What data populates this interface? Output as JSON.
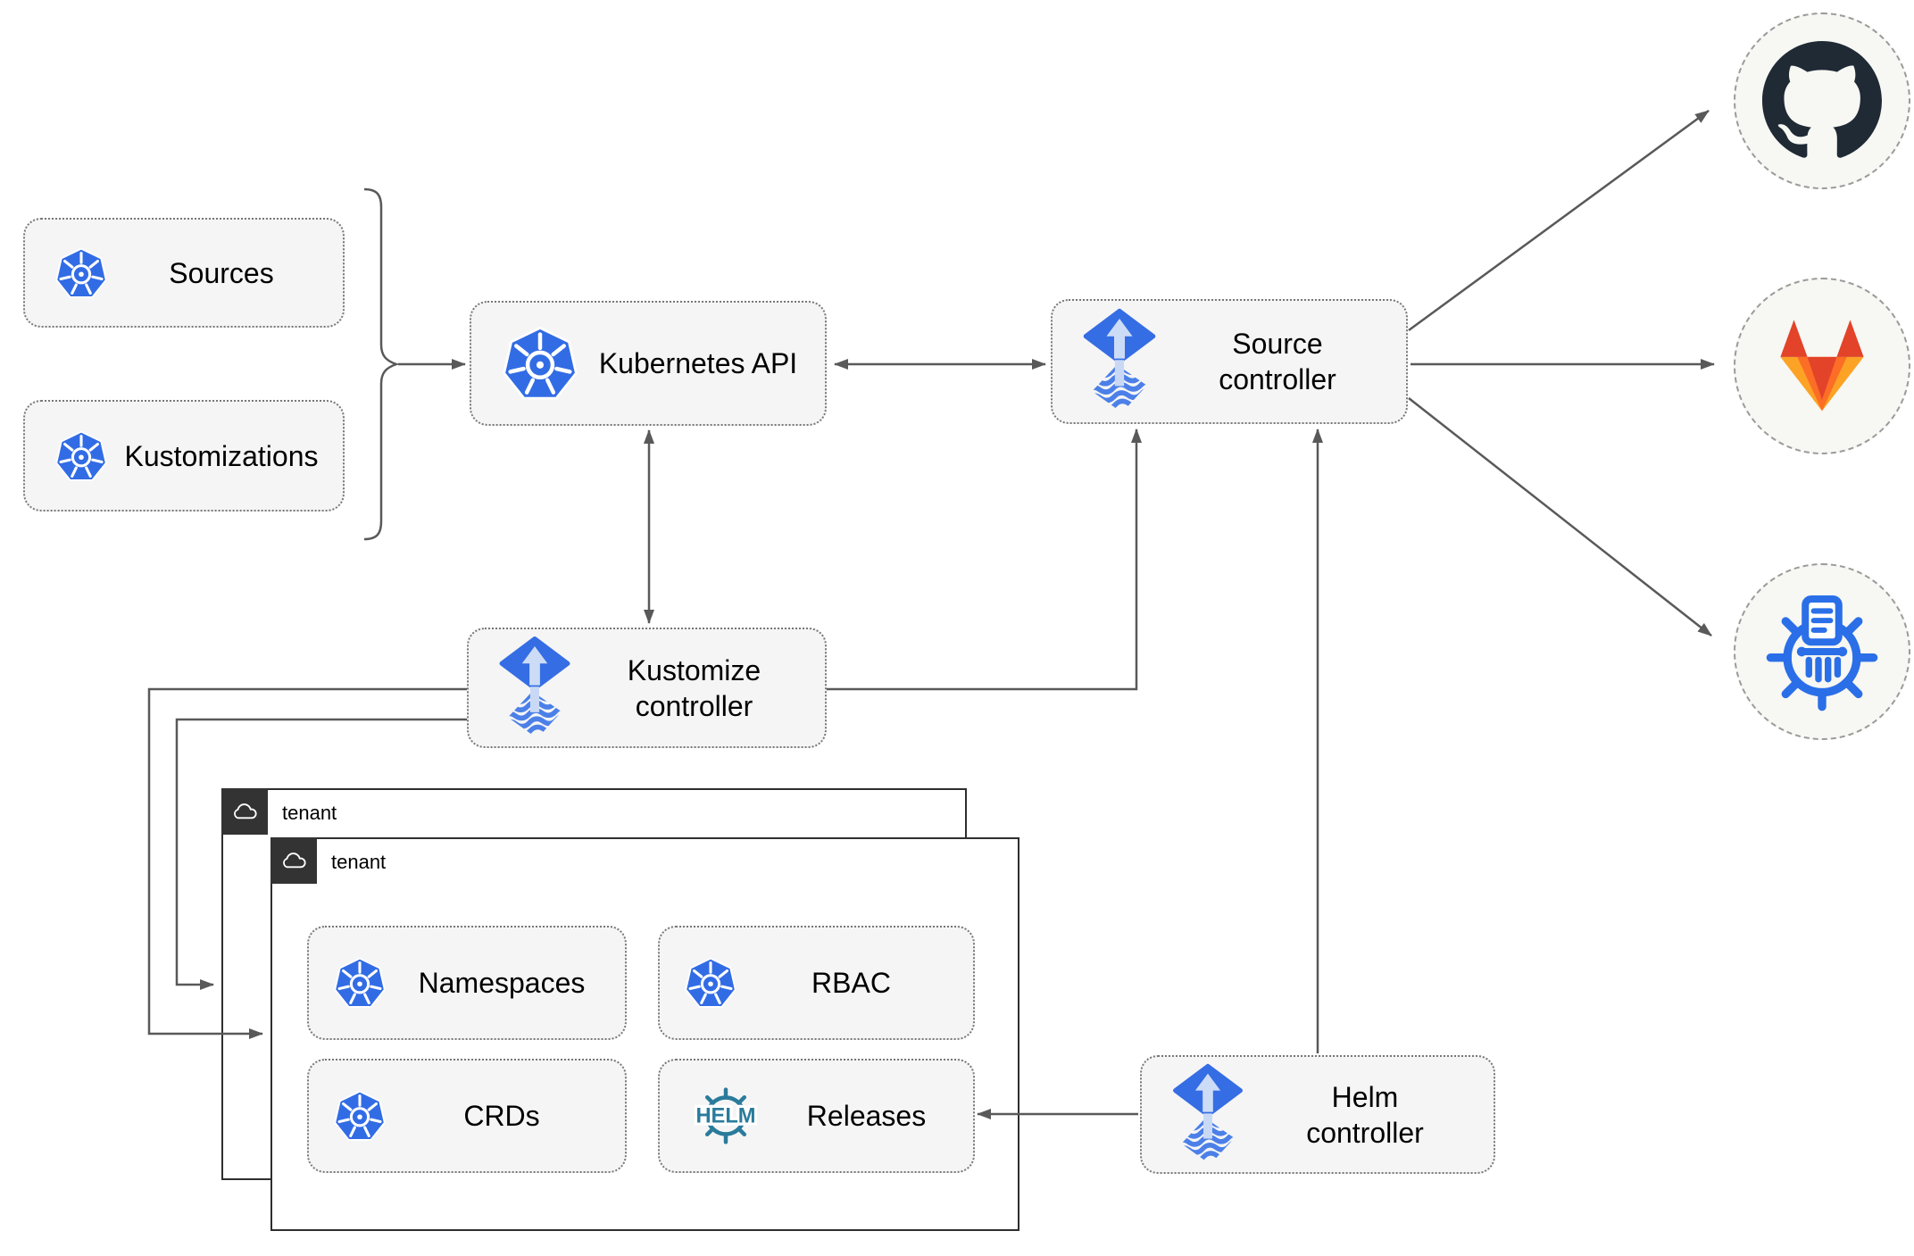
{
  "nodes": {
    "sources": "Sources",
    "kustomizations": "Kustomizations",
    "kubernetes_api": "Kubernetes API",
    "source_controller": "Source controller",
    "kustomize_controller": "Kustomize controller",
    "helm_controller": "Helm controller",
    "namespaces": "Namespaces",
    "rbac": "RBAC",
    "crds": "CRDs",
    "releases": "Releases"
  },
  "tenants": {
    "back": "tenant",
    "front": "tenant"
  },
  "helm_logo_text": "HELM",
  "external_services": [
    {
      "name": "github",
      "icon": "github-octocat-icon"
    },
    {
      "name": "gitlab",
      "icon": "gitlab-tanuki-icon"
    },
    {
      "name": "chartmuseum",
      "icon": "chartmuseum-wheel-icon"
    }
  ],
  "edges": [
    {
      "from": "sources+kustomizations",
      "to": "kubernetes_api",
      "style": "arrow"
    },
    {
      "from": "kubernetes_api",
      "to": "source_controller",
      "style": "double-arrow"
    },
    {
      "from": "kubernetes_api",
      "to": "kustomize_controller",
      "style": "double-arrow"
    },
    {
      "from": "kustomize_controller",
      "to": "source_controller",
      "style": "arrow"
    },
    {
      "from": "helm_controller",
      "to": "source_controller",
      "style": "arrow"
    },
    {
      "from": "helm_controller",
      "to": "releases",
      "style": "arrow"
    },
    {
      "from": "kustomize_controller",
      "to": "tenant_front",
      "style": "arrow"
    },
    {
      "from": "kustomize_controller",
      "to": "tenant_back",
      "style": "arrow"
    },
    {
      "from": "source_controller",
      "to": "github",
      "style": "arrow"
    },
    {
      "from": "source_controller",
      "to": "gitlab",
      "style": "arrow"
    },
    {
      "from": "source_controller",
      "to": "chartmuseum",
      "style": "arrow"
    }
  ],
  "colors": {
    "kubernetes_blue": "#326ce5",
    "flux_blue": "#356de4",
    "flux_stripe_blue": "#4c80e8",
    "helm_teal": "#2a7b9b",
    "github_dark": "#1f2a35",
    "gitlab_dark_orange": "#e24329",
    "gitlab_orange": "#fc6d26",
    "gitlab_light_orange": "#fca326",
    "chartmuseum_blue": "#2a6fe8",
    "connector_gray": "#595959",
    "node_fill": "#f5f5f5",
    "tenant_tab_dark": "#333333"
  }
}
